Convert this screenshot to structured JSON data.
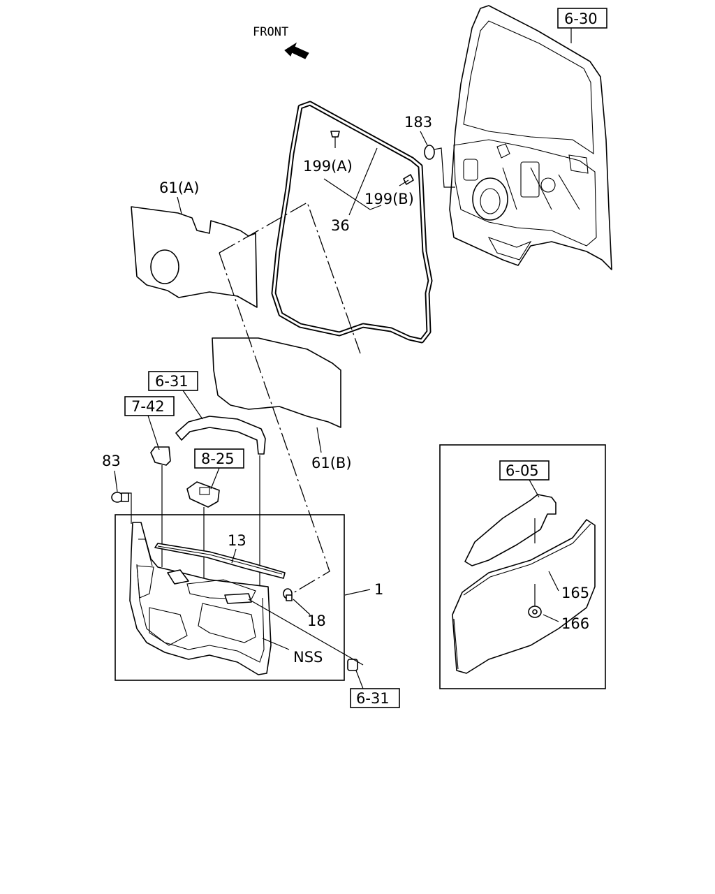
{
  "orientation": {
    "label": "FRONT"
  },
  "callouts": {
    "ref_6_30": "6-30",
    "ref_6_31_top": "6-31",
    "ref_7_42": "7-42",
    "ref_8_25": "8-25",
    "ref_6_31_bottom": "6-31",
    "ref_6_05": "6-05",
    "p183": "183",
    "p199a": "199(A)",
    "p199b": "199(B)",
    "p36": "36",
    "p61a": "61(A)",
    "p61b": "61(B)",
    "p83": "83",
    "p13": "13",
    "p1": "1",
    "p18": "18",
    "pNSS": "NSS",
    "p165": "165",
    "p166": "166"
  }
}
